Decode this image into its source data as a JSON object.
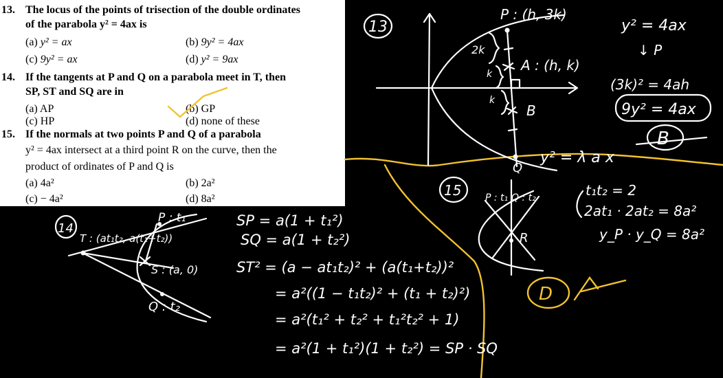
{
  "questions": [
    {
      "number": "13.",
      "stem_lines": [
        "The locus of the points of trisection of the double ordinates",
        "of the parabola y² = 4ax is"
      ],
      "options": [
        {
          "key": "(a)",
          "text": "y² = ax"
        },
        {
          "key": "(b)",
          "text": "9y² = 4ax"
        },
        {
          "key": "(c)",
          "text": "9y² = ax"
        },
        {
          "key": "(d)",
          "text": "y² = 9ax"
        }
      ]
    },
    {
      "number": "14.",
      "stem_lines": [
        "If the tangents at P and Q on a parabola meet in T, then",
        "SP, ST and SQ are in"
      ],
      "options": [
        {
          "key": "(a)",
          "text": "AP"
        },
        {
          "key": "(b)",
          "text": "GP"
        },
        {
          "key": "(c)",
          "text": "HP"
        },
        {
          "key": "(d)",
          "text": "none of these"
        }
      ]
    },
    {
      "number": "15.",
      "stem_lines": [
        "If the normals at two points P and Q of a parabola",
        "y² = 4ax intersect at a third point R on the curve, then the",
        "product of ordinates of P and Q is"
      ],
      "options": [
        {
          "key": "(a)",
          "text": "4a²"
        },
        {
          "key": "(b)",
          "text": "2a²"
        },
        {
          "key": "(c)",
          "text": "− 4a²"
        },
        {
          "key": "(d)",
          "text": "8a²"
        }
      ]
    }
  ],
  "notes": {
    "q13": {
      "label": "13",
      "point_p": "P : (h, 3k)",
      "point_a": "A : (h, k)",
      "point_b": "B",
      "point_q": "Q",
      "seg_2k": "2k",
      "seg_k1": "k",
      "seg_k2": "k",
      "curve_eq": "y² = 4ax",
      "locus_eq": "y² = λ a x",
      "derive_1": "y² = 4ax",
      "derive_2": "↓ P",
      "derive_3": "(3k)² = 4ah",
      "derive_4": "9y² = 4ax",
      "answer": "B"
    },
    "q14": {
      "label": "14",
      "point_t": "T : (at₁t₂, a(t₁+t₂))",
      "point_p": "P : t₁",
      "point_s": "S : (a, 0)",
      "point_q": "Q : t₂",
      "work": [
        "SP = a(1 + t₁²)",
        "SQ = a(1 + t₂²)",
        "ST² = (a − at₁t₂)² + (a(t₁+t₂))²",
        "= a²((1 − t₁t₂)² + (t₁ + t₂)²)",
        "= a²(t₁² + t₂² + t₁²t₂² + 1)",
        "= a²(1 + t₁²)(1 + t₂²) = SP · SQ"
      ]
    },
    "q15": {
      "label": "15",
      "point_p": "P : t₁",
      "point_q": "Q : t₂",
      "point_r": "R",
      "work": [
        "t₁t₂ = 2",
        "2at₁ · 2at₂ = 8a²",
        "y_P · y_Q = 8a²"
      ],
      "answer": "D"
    }
  },
  "colors": {
    "ink": "#ffffff",
    "highlight": "#f2c230",
    "board": "#000000",
    "paper": "#ffffff"
  }
}
